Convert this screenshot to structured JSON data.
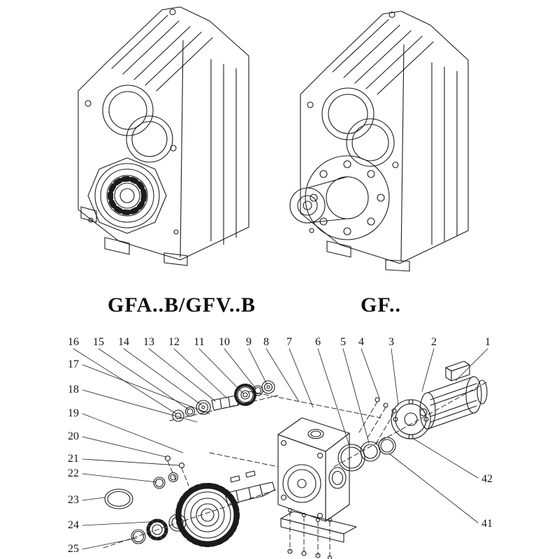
{
  "figures": {
    "left_label": "GFA..B/GFV..B",
    "right_label": "GF.."
  },
  "callouts": {
    "top": [
      "16",
      "15",
      "14",
      "13",
      "12",
      "11",
      "10",
      "9",
      "8",
      "7",
      "6",
      "5",
      "4",
      "3",
      "2",
      "1"
    ],
    "left": [
      "17",
      "18",
      "19",
      "20",
      "21",
      "22",
      "23",
      "24",
      "25"
    ],
    "right": [
      "42",
      "41"
    ]
  },
  "colors": {
    "line": "#1b1b1b",
    "background": "#ffffff"
  }
}
